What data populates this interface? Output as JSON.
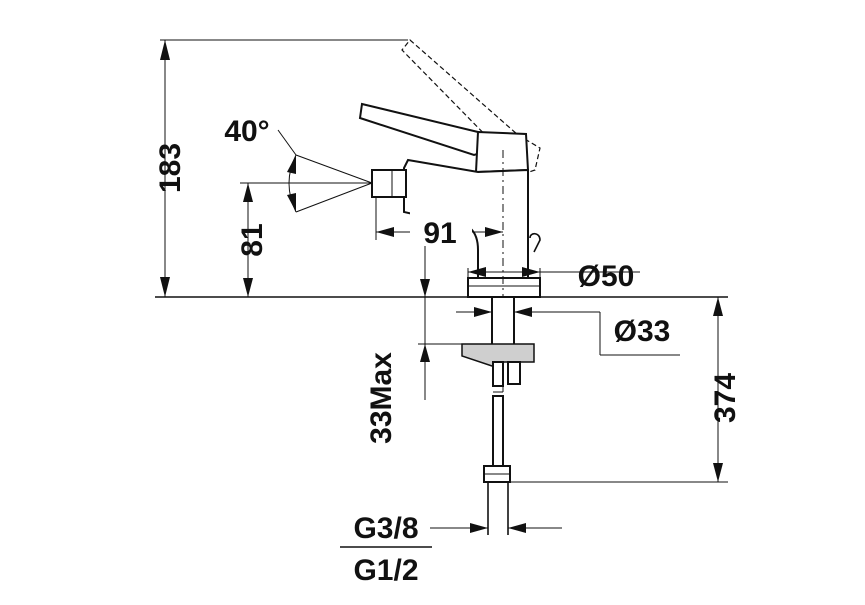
{
  "diagram": {
    "dimensions": {
      "total_height": "183",
      "spout_height": "81",
      "spout_angle": "40°",
      "spout_reach": "91",
      "base_diameter": "Ø50",
      "shank_diameter": "Ø33",
      "counter_thickness": "33Max",
      "hose_length": "374",
      "thread_top": "G3/8",
      "thread_bottom": "G1/2"
    }
  }
}
